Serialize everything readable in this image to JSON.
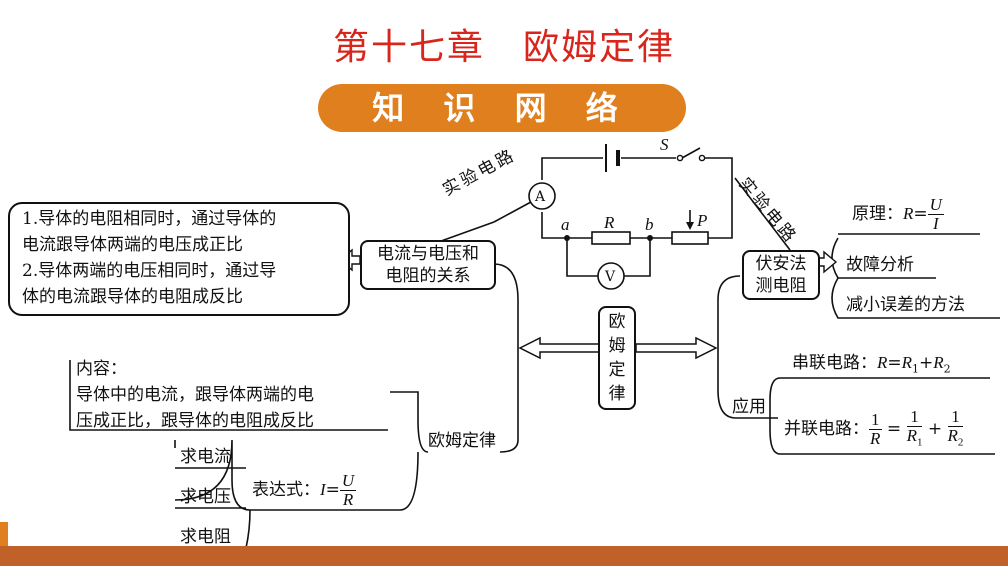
{
  "title": "第十七章　欧姆定律",
  "banner": "知 识 网 络",
  "center": {
    "chars": [
      "欧",
      "姆",
      "定",
      "律"
    ]
  },
  "circuit": {
    "switch": "S",
    "ammeter": "A",
    "voltmeter": "V",
    "point_a": "a",
    "point_b": "b",
    "resistor": "R",
    "slider": "P",
    "label_left": "实验电路",
    "label_right": "实验电路"
  },
  "left": {
    "relation_box": [
      "电流与电压和",
      "电阻的关系"
    ],
    "relation_detail": [
      "1.导体的电阻相同时，通过导体的",
      "电流跟导体两端的电压成正比",
      "2.导体两端的电压相同时，通过导",
      "体的电流跟导体的电阻成反比"
    ],
    "law_label": "欧姆定律",
    "content_lines": [
      "内容：",
      "导体中的电流，跟导体两端的电",
      "压成正比，跟导体的电阻成反比"
    ],
    "expression_label": "表达式：",
    "expression_lhs": "I",
    "expression_num": "U",
    "expression_den": "R",
    "solve_items": [
      "求电流",
      "求电压",
      "求电阻"
    ]
  },
  "right": {
    "method_box": [
      "伏安法",
      "测电阻"
    ],
    "principle_label": "原理：",
    "principle_lhs": "R",
    "principle_num": "U",
    "principle_den": "I",
    "fault": "故障分析",
    "reduce_error": "减小误差的方法",
    "application": "应用",
    "series_label": "串联电路：",
    "series_formula": [
      "R",
      "R",
      "1",
      "R",
      "2"
    ],
    "parallel_label": "并联电路：",
    "parallel_formula": {
      "n1": "1",
      "d1": "R",
      "n2": "1",
      "d2": "R",
      "s2": "1",
      "n3": "1",
      "d3": "R",
      "s3": "2"
    }
  }
}
